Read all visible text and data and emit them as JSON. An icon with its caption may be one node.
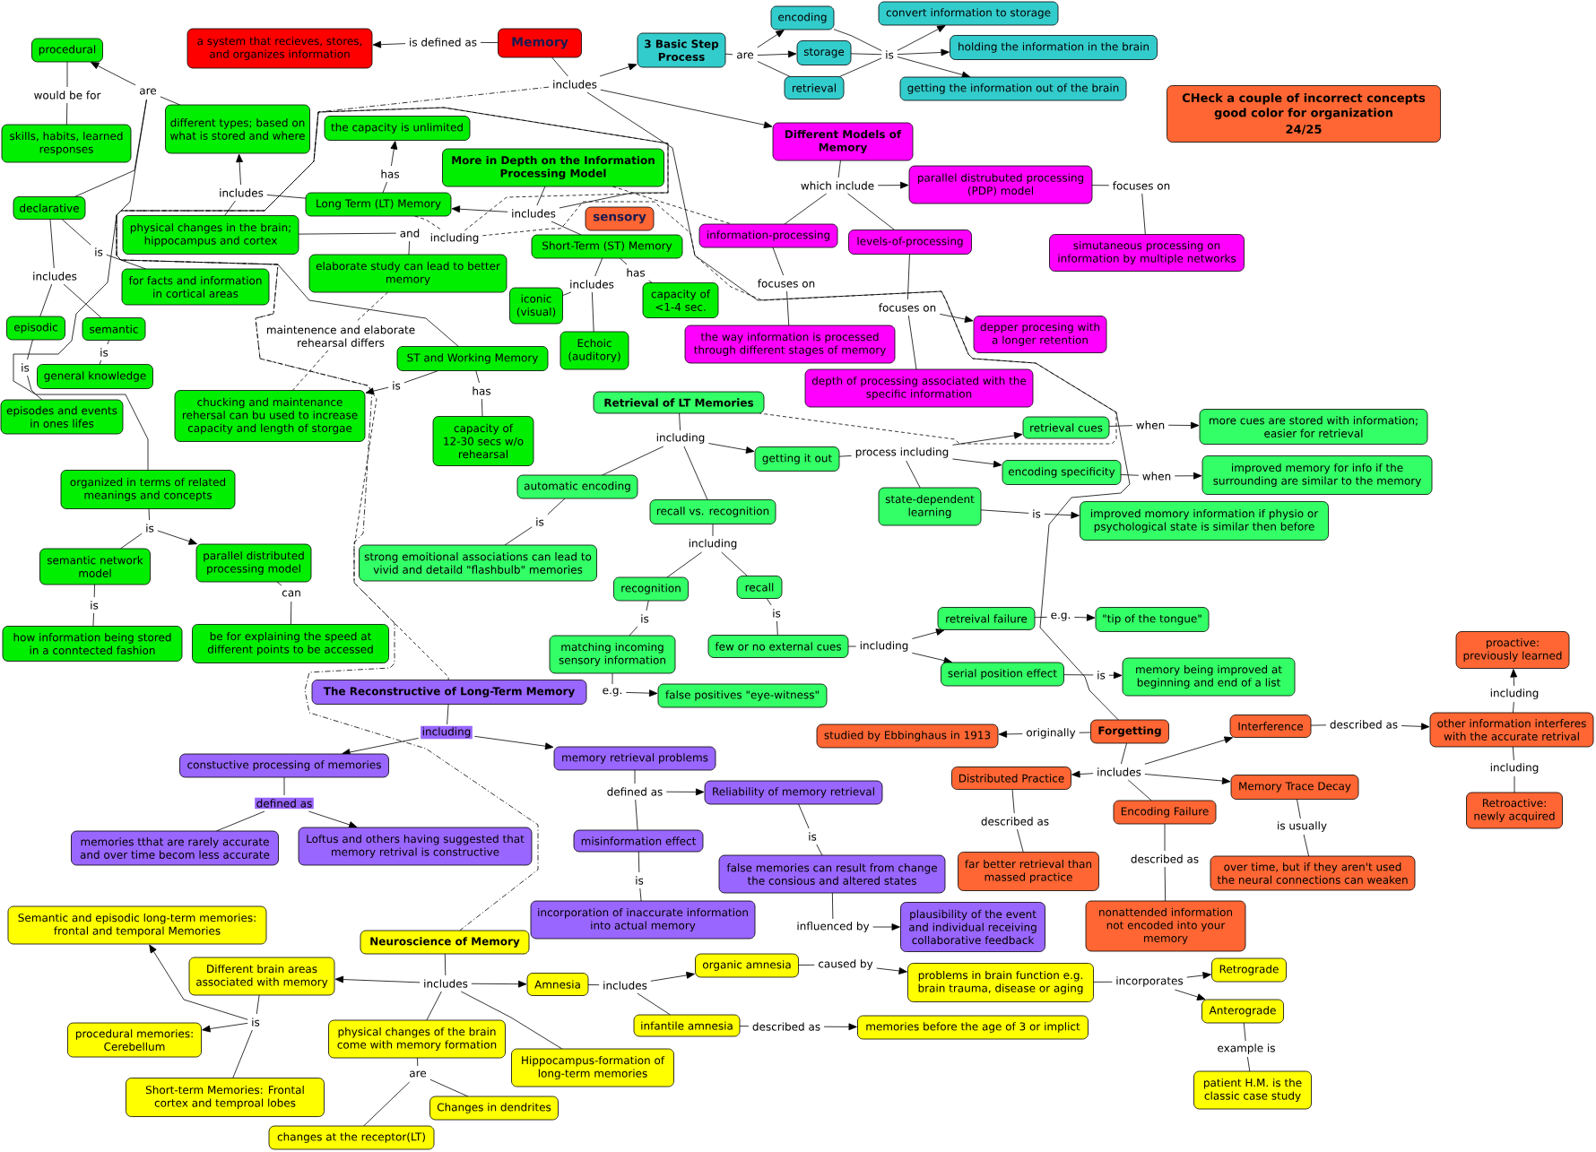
{
  "diagram": {
    "nodes": [
      {
        "text": [
          "convert information to storage"
        ]
      },
      {
        "text": [
          "encoding"
        ]
      },
      {
        "text": [
          "a system that recieves, stores, and organizes information"
        ]
      },
      {
        "text": [
          "is defined as"
        ]
      },
      {
        "text": [
          "Memory"
        ]
      },
      {
        "text": [
          "procedural"
        ]
      },
      {
        "text": [
          "3 Basic Step Process"
        ]
      },
      {
        "text": [
          "are"
        ]
      },
      {
        "text": [
          "storage"
        ]
      },
      {
        "text": [
          "is"
        ]
      },
      {
        "text": [
          "holding the information in the brain"
        ]
      },
      {
        "text": [
          "includes"
        ]
      },
      {
        "text": [
          "retrieval"
        ]
      },
      {
        "text": [
          "getting the information out of the brain"
        ]
      },
      {
        "text": [
          "are"
        ]
      },
      {
        "text": [
          "would be for"
        ]
      },
      {
        "text": [
          "CHeck a couple of incorrect concepts good color for organization",
          "24/25"
        ]
      },
      {
        "text": [
          "different types; based on what is stored and where"
        ]
      },
      {
        "text": [
          "the capacity is unlimited"
        ]
      },
      {
        "text": [
          "Different Models of Memory"
        ]
      },
      {
        "text": [
          "skills, habits, learned responses"
        ]
      },
      {
        "text": [
          "More in Depth on the Information Processing Model"
        ]
      },
      {
        "text": [
          "has"
        ]
      },
      {
        "text": [
          "parallel distrubuted processing (PDP) model"
        ]
      },
      {
        "text": [
          "which include"
        ]
      },
      {
        "text": [
          "focuses on"
        ]
      },
      {
        "text": [
          "includes"
        ]
      },
      {
        "text": [
          "Long Term (LT) Memory"
        ]
      },
      {
        "text": [
          "declarative"
        ]
      },
      {
        "text": [
          "includes"
        ]
      },
      {
        "text": [
          "sensory"
        ]
      },
      {
        "text": [
          "physical changes in the brain; hippocampus and cortex"
        ]
      },
      {
        "text": [
          "and"
        ]
      },
      {
        "text": [
          "including"
        ]
      },
      {
        "text": [
          "information-processing"
        ]
      },
      {
        "text": [
          "Short-Term (ST) Memory"
        ]
      },
      {
        "text": [
          "levels-of-processing"
        ]
      },
      {
        "text": [
          "simutaneous processing on information by multiple networks"
        ]
      },
      {
        "text": [
          "is"
        ]
      },
      {
        "text": [
          "elaborate study can lead to better memory"
        ]
      },
      {
        "text": [
          "has"
        ]
      },
      {
        "text": [
          "includes"
        ]
      },
      {
        "text": [
          "includes"
        ]
      },
      {
        "text": [
          "focuses on"
        ]
      },
      {
        "text": [
          "for facts and information in cortical areas"
        ]
      },
      {
        "text": [
          "capacity of <1-4 sec."
        ]
      },
      {
        "text": [
          "iconic (visual)"
        ]
      },
      {
        "text": [
          "focuses on"
        ]
      },
      {
        "text": [
          "episodic"
        ]
      },
      {
        "text": [
          "semantic"
        ]
      },
      {
        "text": [
          "depper procesing with a longer retention"
        ]
      },
      {
        "text": [
          "maintenence and elaborate rehearsal differs"
        ]
      },
      {
        "text": [
          "the way information is processed through different stages of memory"
        ]
      },
      {
        "text": [
          "Echoic (auditory)"
        ]
      },
      {
        "text": [
          "is"
        ]
      },
      {
        "text": [
          "ST and Working Memory"
        ]
      },
      {
        "text": [
          "is"
        ]
      },
      {
        "text": [
          "general knowledge"
        ]
      },
      {
        "text": [
          "depth of processing associated with the specific information"
        ]
      },
      {
        "text": [
          "is"
        ]
      },
      {
        "text": [
          "has"
        ]
      },
      {
        "text": [
          "Retrieval of LT Memories"
        ]
      },
      {
        "text": [
          "chucking and maintenance rehersal can bu used to increase capacity and length of storgae"
        ]
      },
      {
        "text": [
          "episodes and events in ones lifes"
        ]
      },
      {
        "text": [
          "retrieval cues"
        ]
      },
      {
        "text": [
          "when"
        ]
      },
      {
        "text": [
          "more cues are stored with information; easier for retrieval"
        ]
      },
      {
        "text": [
          "capacity of 12-30 secs w/o rehearsal"
        ]
      },
      {
        "text": [
          "including"
        ]
      },
      {
        "text": [
          "process including"
        ]
      },
      {
        "text": [
          "getting it out"
        ]
      },
      {
        "text": [
          "encoding specificity"
        ]
      },
      {
        "text": [
          "when"
        ]
      },
      {
        "text": [
          "improved memory for info if the surrounding are similar to the memory"
        ]
      },
      {
        "text": [
          "organized in terms of related meanings and concepts"
        ]
      },
      {
        "text": [
          "automatic encoding"
        ]
      },
      {
        "text": [
          "state-dependent learning"
        ]
      },
      {
        "text": [
          "recall vs. recognition"
        ]
      },
      {
        "text": [
          "is"
        ]
      },
      {
        "text": [
          "improved momory information if physio or psychological state is similar then before"
        ]
      },
      {
        "text": [
          "is"
        ]
      },
      {
        "text": [
          "is"
        ]
      },
      {
        "text": [
          "including"
        ]
      },
      {
        "text": [
          "parallel distributed processing model"
        ]
      },
      {
        "text": [
          "semantic network model"
        ]
      },
      {
        "text": [
          "strong emoitional associations can lead to vivid and detaild \"flashbulb\" memories"
        ]
      },
      {
        "text": [
          "recall"
        ]
      },
      {
        "text": [
          "recognition"
        ]
      },
      {
        "text": [
          "can"
        ]
      },
      {
        "text": [
          "is"
        ]
      },
      {
        "text": [
          "retreival failure"
        ]
      },
      {
        "text": [
          "e.g."
        ]
      },
      {
        "text": [
          "\"tip of the tongue\""
        ]
      },
      {
        "text": [
          "is"
        ]
      },
      {
        "text": [
          "is"
        ]
      },
      {
        "text": [
          "how information being stored in a conntected fashion"
        ]
      },
      {
        "text": [
          "be for explaining the speed at different points to be accessed"
        ]
      },
      {
        "text": [
          "proactive: previously learned"
        ]
      },
      {
        "text": [
          "matching incoming sensory information"
        ]
      },
      {
        "text": [
          "few or no external cues"
        ]
      },
      {
        "text": [
          "including"
        ]
      },
      {
        "text": [
          "serial position effect"
        ]
      },
      {
        "text": [
          "is"
        ]
      },
      {
        "text": [
          "memory being improved at beginning and end of a list"
        ]
      },
      {
        "text": [
          "The Reconstructive of Long-Term Memory"
        ]
      },
      {
        "text": [
          "e.g."
        ]
      },
      {
        "text": [
          "including"
        ]
      },
      {
        "text": [
          "false positives \"eye-witness\""
        ]
      },
      {
        "text": [
          "other information interferes with the accurate retrival"
        ]
      },
      {
        "text": [
          "Interference"
        ]
      },
      {
        "text": [
          "described as"
        ]
      },
      {
        "text": [
          "Forgetting"
        ]
      },
      {
        "text": [
          "originally"
        ]
      },
      {
        "text": [
          "studied by Ebbinghaus in 1913"
        ]
      },
      {
        "text": [
          "including"
        ]
      },
      {
        "text": [
          "memory retrieval problems"
        ]
      },
      {
        "text": [
          "constuctive processing of memories"
        ]
      },
      {
        "text": [
          "including"
        ]
      },
      {
        "text": [
          "includes"
        ]
      },
      {
        "text": [
          "Distributed Practice"
        ]
      },
      {
        "text": [
          "Memory Trace Decay"
        ]
      },
      {
        "text": [
          "defined as"
        ]
      },
      {
        "text": [
          "Reliability of memory retrieval"
        ]
      },
      {
        "text": [
          "defined as"
        ]
      },
      {
        "text": [
          "Retroactive: newly acquired"
        ]
      },
      {
        "text": [
          "Encoding Failure"
        ]
      },
      {
        "text": [
          "described as"
        ]
      },
      {
        "text": [
          "is usually"
        ]
      },
      {
        "text": [
          "is"
        ]
      },
      {
        "text": [
          "memories tthat are rarely accurate and over time becom less accurate"
        ]
      },
      {
        "text": [
          "Loftus and others having suggested that memory retrival is constructive"
        ]
      },
      {
        "text": [
          "misinformation effect"
        ]
      },
      {
        "text": [
          "described as"
        ]
      },
      {
        "text": [
          "far better retrieval than massed practice"
        ]
      },
      {
        "text": [
          "false memories can result from change the consious and altered states"
        ]
      },
      {
        "text": [
          "over time, but if they aren't used the neural connections can weaken"
        ]
      },
      {
        "text": [
          "is"
        ]
      },
      {
        "text": [
          "Semantic and episodic long-term memories: frontal and temporal Memories"
        ]
      },
      {
        "text": [
          "incorporation of inaccurate information into actual memory"
        ]
      },
      {
        "text": [
          "plausibility of the event and individual receiving collaborative feedback"
        ]
      },
      {
        "text": [
          "nonattended information not encoded into your memory"
        ]
      },
      {
        "text": [
          "influenced by"
        ]
      },
      {
        "text": [
          "Neuroscience of Memory"
        ]
      },
      {
        "text": [
          "organic amnesia"
        ]
      },
      {
        "text": [
          "caused by"
        ]
      },
      {
        "text": [
          "Retrograde"
        ]
      },
      {
        "text": [
          "Different brain areas associated with memory"
        ]
      },
      {
        "text": [
          "problems in brain function e.g. brain trauma, disease or aging"
        ]
      },
      {
        "text": [
          "Amnesia"
        ]
      },
      {
        "text": [
          "incorporates"
        ]
      },
      {
        "text": [
          "includes"
        ]
      },
      {
        "text": [
          "includes"
        ]
      },
      {
        "text": [
          "Anterograde"
        ]
      },
      {
        "text": [
          "is"
        ]
      },
      {
        "text": [
          "procedural memories: Cerebellum"
        ]
      },
      {
        "text": [
          "physical changes of the brain come with memory formation"
        ]
      },
      {
        "text": [
          "infantile amnesia"
        ]
      },
      {
        "text": [
          "described as"
        ]
      },
      {
        "text": [
          "memories before the age of 3 or implict"
        ]
      },
      {
        "text": [
          "example is"
        ]
      },
      {
        "text": [
          "Hippocampus-formation of long-term memories"
        ]
      },
      {
        "text": [
          "are"
        ]
      },
      {
        "text": [
          "patient H.M. is the classic case study"
        ]
      },
      {
        "text": [
          "Short-term Memories: Frontal cortex and temproal lobes"
        ]
      },
      {
        "text": [
          "Changes in dendrites"
        ]
      },
      {
        "text": [
          "changes at the receptor(LT)"
        ]
      }
    ],
    "edges": [
      {
        "from": 4,
        "to": 3,
        "arrow": "none"
      },
      {
        "from": 3,
        "to": 2,
        "arrow": "to"
      },
      {
        "from": 4,
        "to": 11,
        "arrow": "none"
      },
      {
        "from": 11,
        "to": 6,
        "arrow": "to"
      },
      {
        "from": 11,
        "to": 19,
        "arrow": "to"
      },
      {
        "from": 11,
        "to": 111,
        "arrow": "none"
      },
      {
        "from": 11,
        "to": 142,
        "arrow": "none",
        "style": "dashed"
      },
      {
        "from": 6,
        "to": 7,
        "arrow": "none"
      },
      {
        "from": 7,
        "to": 1,
        "arrow": "to"
      },
      {
        "from": 7,
        "to": 8,
        "arrow": "to"
      },
      {
        "from": 7,
        "to": 12,
        "arrow": "none"
      },
      {
        "from": 1,
        "to": 9,
        "arrow": "none"
      },
      {
        "from": 8,
        "to": 9,
        "arrow": "none"
      },
      {
        "from": 12,
        "to": 9,
        "arrow": "none"
      },
      {
        "from": 9,
        "to": 0,
        "arrow": "to"
      },
      {
        "from": 9,
        "to": 10,
        "arrow": "to"
      },
      {
        "from": 9,
        "to": 13,
        "arrow": "to"
      },
      {
        "from": 17,
        "to": 14,
        "arrow": "none"
      },
      {
        "from": 14,
        "to": 5,
        "arrow": "to"
      },
      {
        "from": 14,
        "to": 28,
        "arrow": "none"
      },
      {
        "from": 14,
        "to": 74,
        "arrow": "none"
      },
      {
        "from": 5,
        "to": 15,
        "arrow": "none"
      },
      {
        "from": 15,
        "to": 20,
        "arrow": "none"
      },
      {
        "from": 28,
        "to": 38,
        "arrow": "none"
      },
      {
        "from": 38,
        "to": 44,
        "arrow": "none"
      },
      {
        "from": 28,
        "to": 41,
        "arrow": "none"
      },
      {
        "from": 41,
        "to": 48,
        "arrow": "none"
      },
      {
        "from": 41,
        "to": 49,
        "arrow": "none"
      },
      {
        "from": 48,
        "to": 56,
        "arrow": "none"
      },
      {
        "from": 56,
        "to": 63,
        "arrow": "none"
      },
      {
        "from": 49,
        "to": 54,
        "arrow": "none"
      },
      {
        "from": 54,
        "to": 57,
        "arrow": "none"
      },
      {
        "from": 27,
        "to": 26,
        "arrow": "none"
      },
      {
        "from": 26,
        "to": 17,
        "arrow": "to"
      },
      {
        "from": 26,
        "to": 31,
        "arrow": "none"
      },
      {
        "from": 27,
        "to": 22,
        "arrow": "none"
      },
      {
        "from": 22,
        "to": 18,
        "arrow": "to"
      },
      {
        "from": 31,
        "to": 32,
        "arrow": "none"
      },
      {
        "from": 32,
        "to": 39,
        "arrow": "none"
      },
      {
        "from": 27,
        "to": 33,
        "arrow": "none",
        "style": "dashed"
      },
      {
        "from": 33,
        "to": 61,
        "arrow": "none",
        "style": "dashed"
      },
      {
        "from": 33,
        "to": 104,
        "arrow": "none",
        "style": "dashed"
      },
      {
        "from": 39,
        "to": 51,
        "arrow": "none",
        "style": "dashed"
      },
      {
        "from": 51,
        "to": 62,
        "arrow": "none",
        "style": "dashed"
      },
      {
        "from": 21,
        "to": 29,
        "arrow": "none"
      },
      {
        "from": 29,
        "to": 27,
        "arrow": "to"
      },
      {
        "from": 29,
        "to": 35,
        "arrow": "none"
      },
      {
        "from": 29,
        "to": 55,
        "arrow": "none"
      },
      {
        "from": 21,
        "to": 34,
        "arrow": "none",
        "style": "dashed"
      },
      {
        "from": 35,
        "to": 42,
        "arrow": "none"
      },
      {
        "from": 42,
        "to": 46,
        "arrow": "none"
      },
      {
        "from": 42,
        "to": 53,
        "arrow": "none"
      },
      {
        "from": 35,
        "to": 40,
        "arrow": "none"
      },
      {
        "from": 40,
        "to": 45,
        "arrow": "none"
      },
      {
        "from": 55,
        "to": 59,
        "arrow": "none"
      },
      {
        "from": 59,
        "to": 62,
        "arrow": "to"
      },
      {
        "from": 55,
        "to": 60,
        "arrow": "none"
      },
      {
        "from": 60,
        "to": 67,
        "arrow": "none"
      },
      {
        "from": 19,
        "to": 24,
        "arrow": "none"
      },
      {
        "from": 24,
        "to": 23,
        "arrow": "to"
      },
      {
        "from": 24,
        "to": 34,
        "arrow": "none"
      },
      {
        "from": 24,
        "to": 36,
        "arrow": "none"
      },
      {
        "from": 23,
        "to": 25,
        "arrow": "none"
      },
      {
        "from": 25,
        "to": 37,
        "arrow": "none"
      },
      {
        "from": 34,
        "to": 43,
        "arrow": "none"
      },
      {
        "from": 43,
        "to": 52,
        "arrow": "none"
      },
      {
        "from": 36,
        "to": 47,
        "arrow": "none"
      },
      {
        "from": 47,
        "to": 50,
        "arrow": "to"
      },
      {
        "from": 47,
        "to": 58,
        "arrow": "none"
      },
      {
        "from": 61,
        "to": 68,
        "arrow": "none"
      },
      {
        "from": 68,
        "to": 70,
        "arrow": "to"
      },
      {
        "from": 68,
        "to": 75,
        "arrow": "none"
      },
      {
        "from": 68,
        "to": 77,
        "arrow": "none"
      },
      {
        "from": 70,
        "to": 69,
        "arrow": "none"
      },
      {
        "from": 69,
        "to": 64,
        "arrow": "to"
      },
      {
        "from": 69,
        "to": 71,
        "arrow": "to"
      },
      {
        "from": 69,
        "to": 76,
        "arrow": "none"
      },
      {
        "from": 64,
        "to": 65,
        "arrow": "none"
      },
      {
        "from": 65,
        "to": 66,
        "arrow": "to"
      },
      {
        "from": 71,
        "to": 72,
        "arrow": "none"
      },
      {
        "from": 72,
        "to": 73,
        "arrow": "to"
      },
      {
        "from": 76,
        "to": 78,
        "arrow": "none"
      },
      {
        "from": 78,
        "to": 79,
        "arrow": "to"
      },
      {
        "from": 75,
        "to": 80,
        "arrow": "none"
      },
      {
        "from": 80,
        "to": 85,
        "arrow": "none"
      },
      {
        "from": 77,
        "to": 82,
        "arrow": "none"
      },
      {
        "from": 82,
        "to": 87,
        "arrow": "none"
      },
      {
        "from": 82,
        "to": 86,
        "arrow": "none"
      },
      {
        "from": 87,
        "to": 94,
        "arrow": "none"
      },
      {
        "from": 94,
        "to": 98,
        "arrow": "none"
      },
      {
        "from": 86,
        "to": 93,
        "arrow": "none"
      },
      {
        "from": 93,
        "to": 99,
        "arrow": "none"
      },
      {
        "from": 98,
        "to": 105,
        "arrow": "none"
      },
      {
        "from": 105,
        "to": 107,
        "arrow": "to"
      },
      {
        "from": 99,
        "to": 100,
        "arrow": "none"
      },
      {
        "from": 100,
        "to": 90,
        "arrow": "to"
      },
      {
        "from": 100,
        "to": 101,
        "arrow": "to"
      },
      {
        "from": 90,
        "to": 91,
        "arrow": "none"
      },
      {
        "from": 91,
        "to": 92,
        "arrow": "to"
      },
      {
        "from": 101,
        "to": 102,
        "arrow": "none"
      },
      {
        "from": 102,
        "to": 103,
        "arrow": "to"
      },
      {
        "from": 74,
        "to": 81,
        "arrow": "none"
      },
      {
        "from": 81,
        "to": 84,
        "arrow": "none"
      },
      {
        "from": 81,
        "to": 83,
        "arrow": "to"
      },
      {
        "from": 84,
        "to": 89,
        "arrow": "none"
      },
      {
        "from": 89,
        "to": 95,
        "arrow": "none"
      },
      {
        "from": 83,
        "to": 88,
        "arrow": "none"
      },
      {
        "from": 88,
        "to": 96,
        "arrow": "none"
      },
      {
        "from": 111,
        "to": 112,
        "arrow": "none"
      },
      {
        "from": 112,
        "to": 113,
        "arrow": "to"
      },
      {
        "from": 111,
        "to": 118,
        "arrow": "none"
      },
      {
        "from": 118,
        "to": 109,
        "arrow": "to"
      },
      {
        "from": 118,
        "to": 120,
        "arrow": "to"
      },
      {
        "from": 118,
        "to": 119,
        "arrow": "to"
      },
      {
        "from": 118,
        "to": 125,
        "arrow": "none"
      },
      {
        "from": 109,
        "to": 110,
        "arrow": "none"
      },
      {
        "from": 110,
        "to": 108,
        "arrow": "to"
      },
      {
        "from": 108,
        "to": 106,
        "arrow": "none"
      },
      {
        "from": 106,
        "to": 97,
        "arrow": "to"
      },
      {
        "from": 108,
        "to": 117,
        "arrow": "none"
      },
      {
        "from": 117,
        "to": 124,
        "arrow": "none"
      },
      {
        "from": 120,
        "to": 127,
        "arrow": "none"
      },
      {
        "from": 127,
        "to": 135,
        "arrow": "none"
      },
      {
        "from": 125,
        "to": 132,
        "arrow": "none"
      },
      {
        "from": 132,
        "to": 140,
        "arrow": "none"
      },
      {
        "from": 119,
        "to": 126,
        "arrow": "none"
      },
      {
        "from": 126,
        "to": 133,
        "arrow": "none"
      },
      {
        "from": 104,
        "to": 114,
        "arrow": "none"
      },
      {
        "from": 114,
        "to": 116,
        "arrow": "to"
      },
      {
        "from": 114,
        "to": 115,
        "arrow": "to"
      },
      {
        "from": 116,
        "to": 123,
        "arrow": "none"
      },
      {
        "from": 123,
        "to": 129,
        "arrow": "none"
      },
      {
        "from": 123,
        "to": 130,
        "arrow": "to"
      },
      {
        "from": 115,
        "to": 121,
        "arrow": "none"
      },
      {
        "from": 121,
        "to": 122,
        "arrow": "to"
      },
      {
        "from": 121,
        "to": 131,
        "arrow": "none"
      },
      {
        "from": 122,
        "to": 128,
        "arrow": "none"
      },
      {
        "from": 128,
        "to": 134,
        "arrow": "none"
      },
      {
        "from": 131,
        "to": 136,
        "arrow": "none"
      },
      {
        "from": 136,
        "to": 138,
        "arrow": "none"
      },
      {
        "from": 134,
        "to": 141,
        "arrow": "none"
      },
      {
        "from": 141,
        "to": 139,
        "arrow": "to"
      },
      {
        "from": 142,
        "to": 150,
        "arrow": "none"
      },
      {
        "from": 150,
        "to": 146,
        "arrow": "to"
      },
      {
        "from": 150,
        "to": 148,
        "arrow": "to"
      },
      {
        "from": 150,
        "to": 155,
        "arrow": "none"
      },
      {
        "from": 150,
        "to": 160,
        "arrow": "none"
      },
      {
        "from": 146,
        "to": 153,
        "arrow": "none"
      },
      {
        "from": 153,
        "to": 137,
        "arrow": "to"
      },
      {
        "from": 153,
        "to": 154,
        "arrow": "to"
      },
      {
        "from": 153,
        "to": 163,
        "arrow": "none"
      },
      {
        "from": 155,
        "to": 161,
        "arrow": "none"
      },
      {
        "from": 161,
        "to": 165,
        "arrow": "none"
      },
      {
        "from": 161,
        "to": 164,
        "arrow": "none"
      },
      {
        "from": 148,
        "to": 151,
        "arrow": "none"
      },
      {
        "from": 151,
        "to": 143,
        "arrow": "to"
      },
      {
        "from": 151,
        "to": 156,
        "arrow": "none"
      },
      {
        "from": 143,
        "to": 144,
        "arrow": "none"
      },
      {
        "from": 144,
        "to": 147,
        "arrow": "to"
      },
      {
        "from": 156,
        "to": 157,
        "arrow": "none"
      },
      {
        "from": 157,
        "to": 158,
        "arrow": "to"
      },
      {
        "from": 147,
        "to": 149,
        "arrow": "none"
      },
      {
        "from": 149,
        "to": 145,
        "arrow": "to"
      },
      {
        "from": 149,
        "to": 152,
        "arrow": "to"
      },
      {
        "from": 152,
        "to": 159,
        "arrow": "none"
      },
      {
        "from": 159,
        "to": 162,
        "arrow": "none"
      }
    ]
  }
}
